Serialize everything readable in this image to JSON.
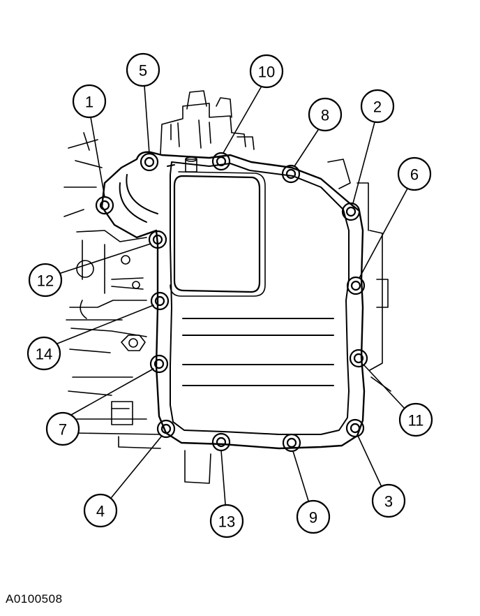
{
  "figure_id": "A0100508",
  "colors": {
    "ink": "#000000",
    "paper": "#ffffff"
  },
  "bolt_callouts": [
    "1",
    "2",
    "3",
    "4",
    "5",
    "6",
    "7",
    "8",
    "9",
    "10",
    "11",
    "12",
    "13",
    "14"
  ]
}
